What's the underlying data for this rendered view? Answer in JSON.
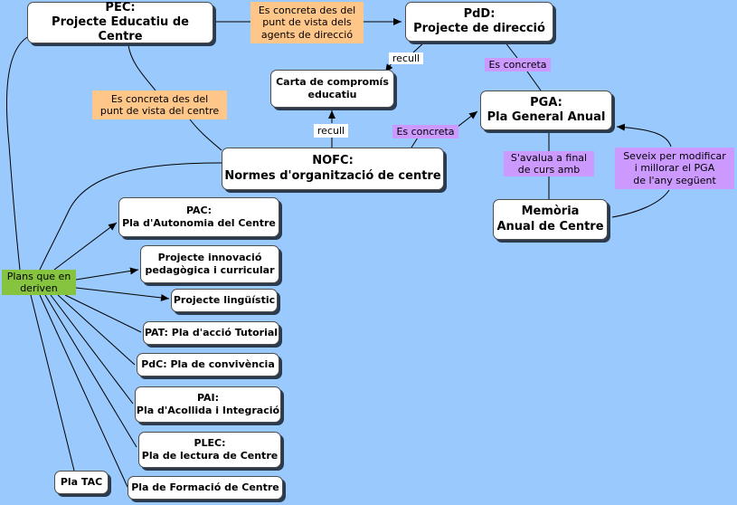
{
  "colors": {
    "background": "#99c9fd",
    "node_fill": "#ffffff",
    "orange_label": "#ffc68a",
    "violet_label": "#cc99ff",
    "green_label": "#86c43f",
    "line": "#000000"
  },
  "nodes": {
    "pec": "PEC:\nProjecte Educatiu de Centre",
    "pdd": "PdD:\nProjecte de direcció",
    "carta": "Carta de compromís\neducatiu",
    "pga": "PGA:\nPla General Anual",
    "nofc": "NOFC:\nNormes d'organització de centre",
    "memoria": "Memòria\nAnual de Centre",
    "pac": "PAC:\nPla d'Autonomia del Centre",
    "innovacio": "Projecte innovació\npedagògica i curricular",
    "linguistic": "Projecte lingüístic",
    "pat": "PAT: Pla d'acció Tutorial",
    "pdc": "PdC: Pla de convivència",
    "pai": "PAI:\nPla d'Acollida i Integració",
    "plec": "PLEC:\nPla de lectura de Centre",
    "formacio": "Pla de Formació de Centre",
    "tac": "Pla TAC"
  },
  "labels": {
    "agents": "Es concreta des del\npunt de vista dels\nagents de direcció",
    "centre": "Es concreta des del\npunt de vista del centre",
    "recull_top": "recull",
    "recull_mid": "recull",
    "concreta_pga": "Es concreta",
    "concreta_nofc": "Es concreta",
    "avalua": "S'avalua a final\nde curs amb",
    "modificar": "Seveix per modificar\ni millorar el PGA\nde l'any següent",
    "plans": "Plans que en\nderiven"
  }
}
